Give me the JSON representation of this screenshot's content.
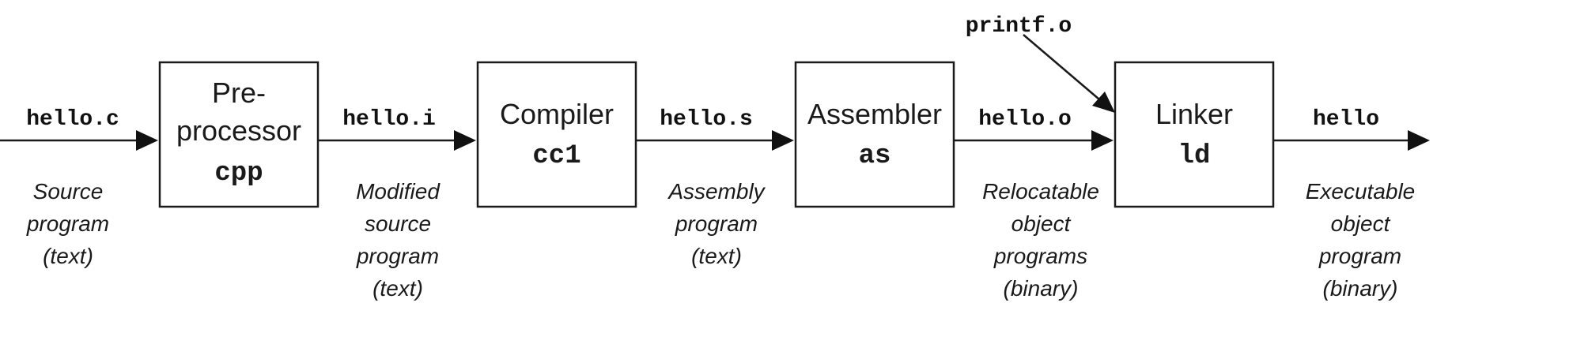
{
  "stages": [
    {
      "title_lines": [
        "Pre-",
        "processor"
      ],
      "tool": "cpp"
    },
    {
      "title_lines": [
        "Compiler"
      ],
      "tool": "cc1"
    },
    {
      "title_lines": [
        "Assembler"
      ],
      "tool": "as"
    },
    {
      "title_lines": [
        "Linker"
      ],
      "tool": "ld"
    }
  ],
  "files": [
    {
      "name": "hello.c",
      "desc_lines": [
        "Source",
        "program",
        "(text)"
      ]
    },
    {
      "name": "hello.i",
      "desc_lines": [
        "Modified",
        "source",
        "program",
        "(text)"
      ]
    },
    {
      "name": "hello.s",
      "desc_lines": [
        "Assembly",
        "program",
        "(text)"
      ]
    },
    {
      "name": "hello.o",
      "desc_lines": [
        "Relocatable",
        "object",
        "programs",
        "(binary)"
      ]
    },
    {
      "name": "hello",
      "desc_lines": [
        "Executable",
        "object",
        "program",
        "(binary)"
      ]
    }
  ],
  "extra_input": {
    "name": "printf.o"
  }
}
